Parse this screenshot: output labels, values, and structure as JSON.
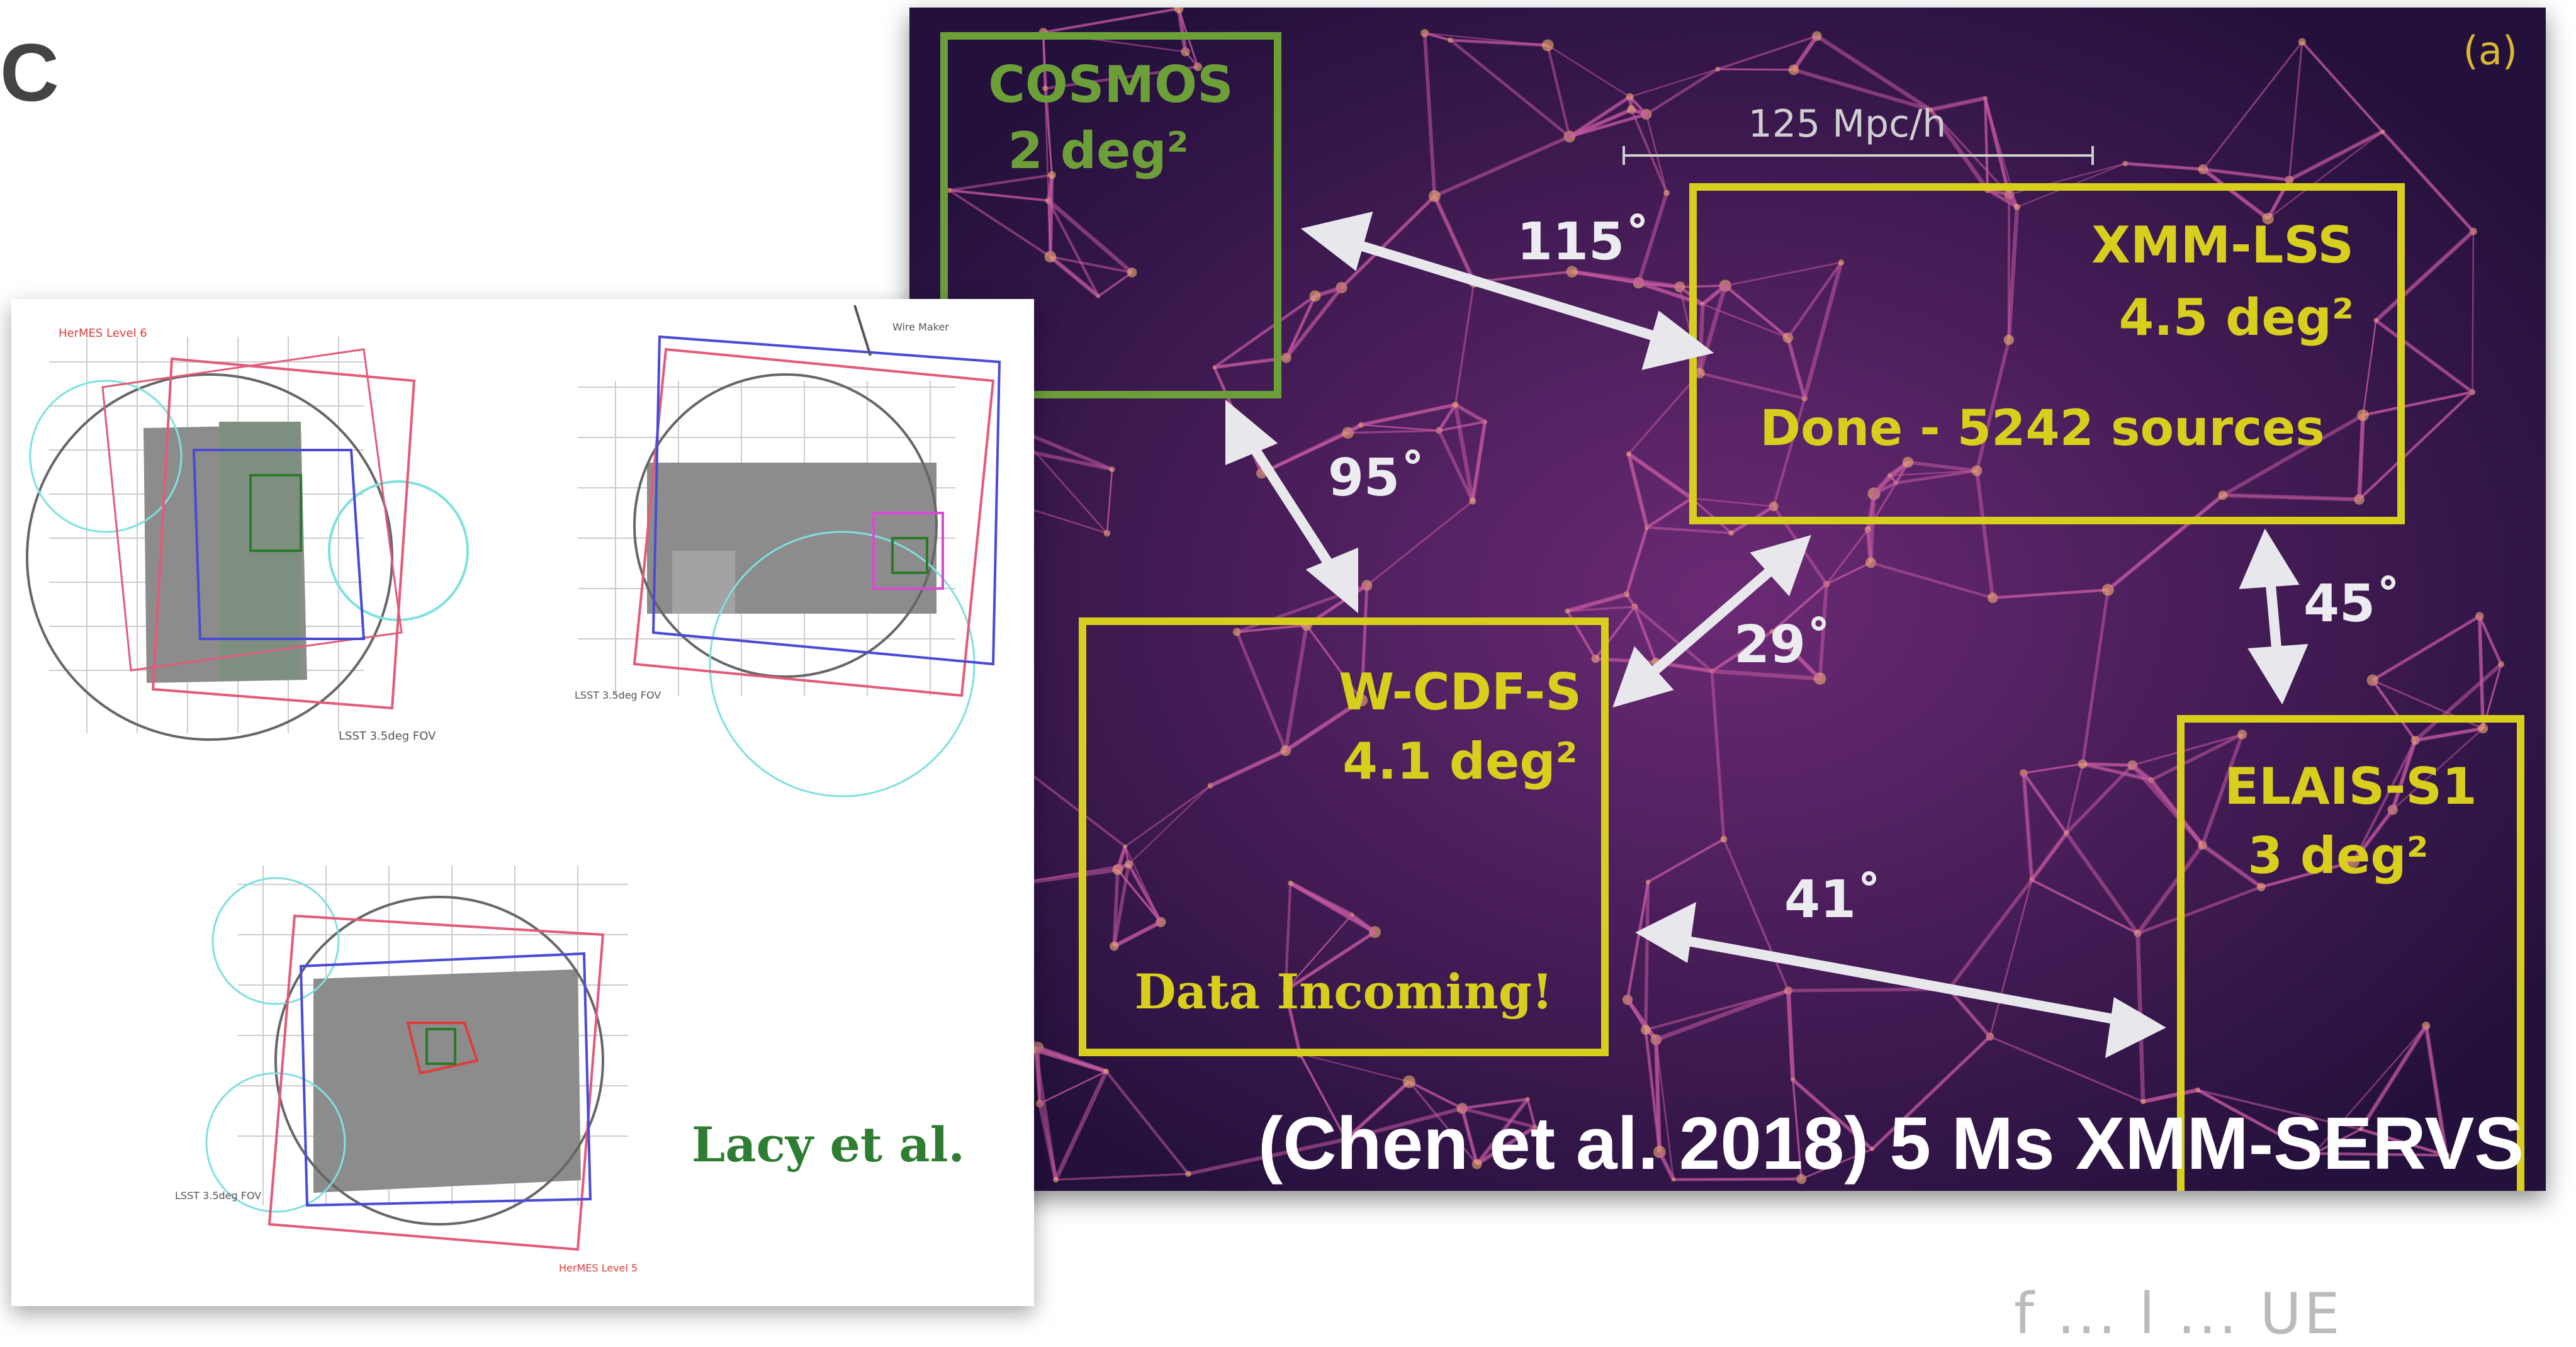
{
  "panel_label": "C",
  "cosmic_panel": {
    "corner_label": "(a)",
    "scale_bar": "125 Mpc/h",
    "caption": "(Chen et al. 2018) 5 Ms XMM-SERVS",
    "fields": [
      {
        "name": "COSMOS",
        "area": "2 deg²",
        "status": "",
        "color": "#6d9f39"
      },
      {
        "name": "XMM-LSS",
        "area": "4.5 deg²",
        "status": "Done - 5242 sources",
        "color": "#d8cf1d"
      },
      {
        "name": "W-CDF-S",
        "area": "4.1 deg²",
        "status": "Data Incoming!",
        "color": "#d8cf1d"
      },
      {
        "name": "ELAIS-S1",
        "area": "3 deg²",
        "status": "",
        "color": "#d8cf1d"
      }
    ],
    "separations": [
      {
        "pair": "COSMOS–XMM-LSS",
        "angle": "115˚"
      },
      {
        "pair": "COSMOS–W-CDF-S",
        "angle": "95˚"
      },
      {
        "pair": "W-CDF-S–XMM-LSS",
        "angle": "29˚"
      },
      {
        "pair": "XMM-LSS–ELAIS-S1",
        "angle": "45˚"
      },
      {
        "pair": "W-CDF-S–ELAIS-S1",
        "angle": "41˚"
      }
    ],
    "background_color": "#2b1140",
    "filament_color": "#c45aa0"
  },
  "lacy_panel": {
    "credit": "Lacy et al.",
    "credit_color": "#2e7d32"
  },
  "footer": "f ... l ... UE"
}
